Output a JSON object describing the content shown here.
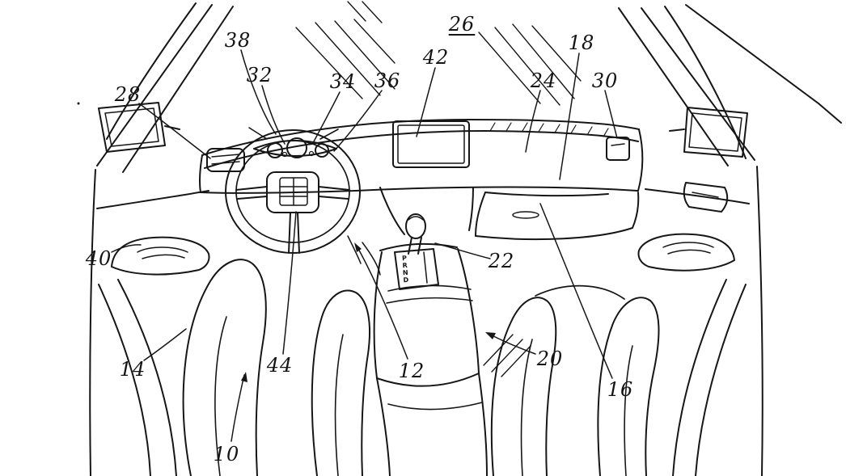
{
  "figure": {
    "background_color": "#ffffff",
    "line_color": "#161616",
    "gear_indicator": "P\nR\nN\nD"
  },
  "labels": [
    {
      "text": "26",
      "underlined": true
    },
    {
      "text": "42"
    },
    {
      "text": "18"
    },
    {
      "text": "24"
    },
    {
      "text": "30"
    },
    {
      "text": "38"
    },
    {
      "text": "32"
    },
    {
      "text": "34"
    },
    {
      "text": "36"
    },
    {
      "text": "28"
    },
    {
      "text": "40"
    },
    {
      "text": "14"
    },
    {
      "text": "44"
    },
    {
      "text": "12"
    },
    {
      "text": "22"
    },
    {
      "text": "20"
    },
    {
      "text": "16"
    },
    {
      "text": "10"
    }
  ]
}
